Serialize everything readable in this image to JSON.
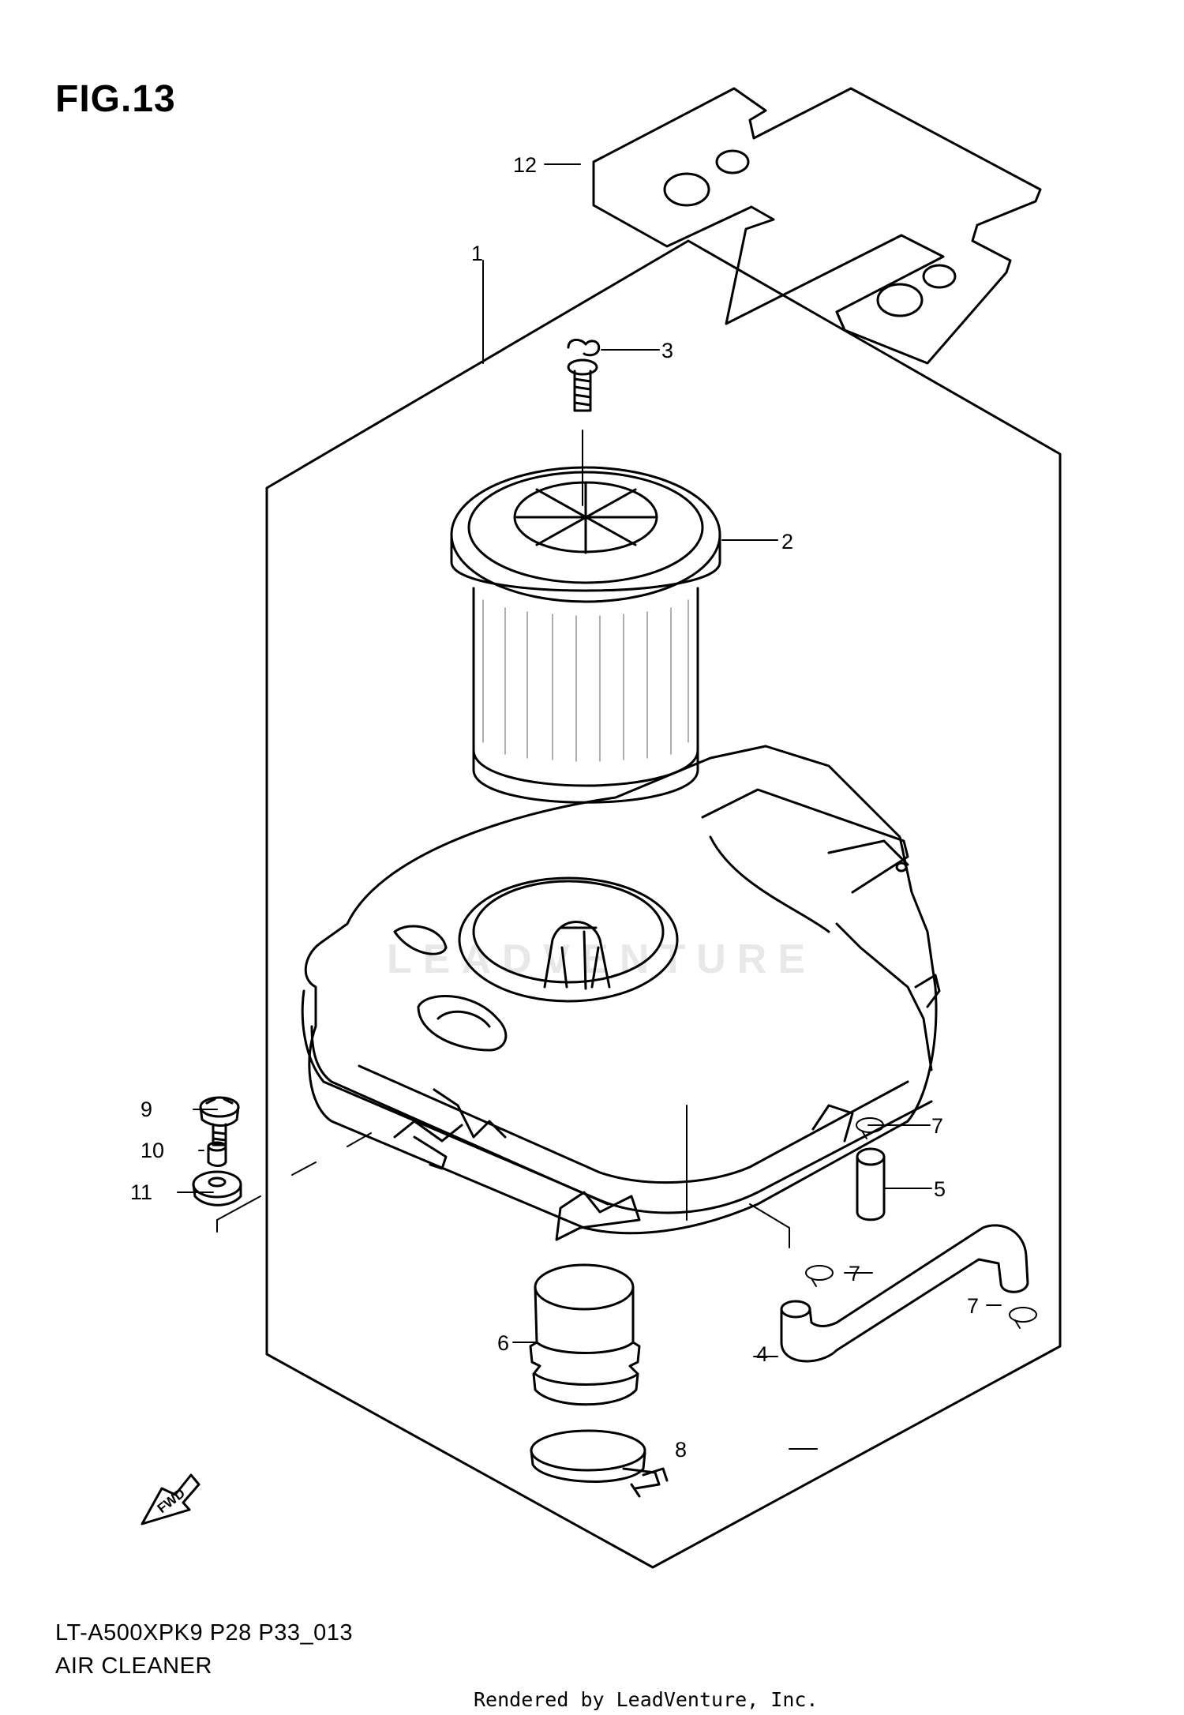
{
  "figure": {
    "title": "FIG.13"
  },
  "watermark": {
    "text": "LEADVENTURE"
  },
  "callouts": [
    {
      "id": "c1",
      "label": "1"
    },
    {
      "id": "c2",
      "label": "2"
    },
    {
      "id": "c3",
      "label": "3"
    },
    {
      "id": "c4",
      "label": "4"
    },
    {
      "id": "c5",
      "label": "5"
    },
    {
      "id": "c6",
      "label": "6"
    },
    {
      "id": "c7a",
      "label": "7"
    },
    {
      "id": "c7b",
      "label": "7"
    },
    {
      "id": "c7c",
      "label": "7"
    },
    {
      "id": "c8",
      "label": "8"
    },
    {
      "id": "c9",
      "label": "9"
    },
    {
      "id": "c10",
      "label": "10"
    },
    {
      "id": "c11",
      "label": "11"
    },
    {
      "id": "c12",
      "label": "12"
    }
  ],
  "fwd_arrow": {
    "text": "FWD"
  },
  "footer": {
    "model_code": "LT-A500XPK9 P28 P33_013",
    "section_name": "AIR CLEANER",
    "rendered_by": "Rendered by LeadVenture, Inc."
  }
}
